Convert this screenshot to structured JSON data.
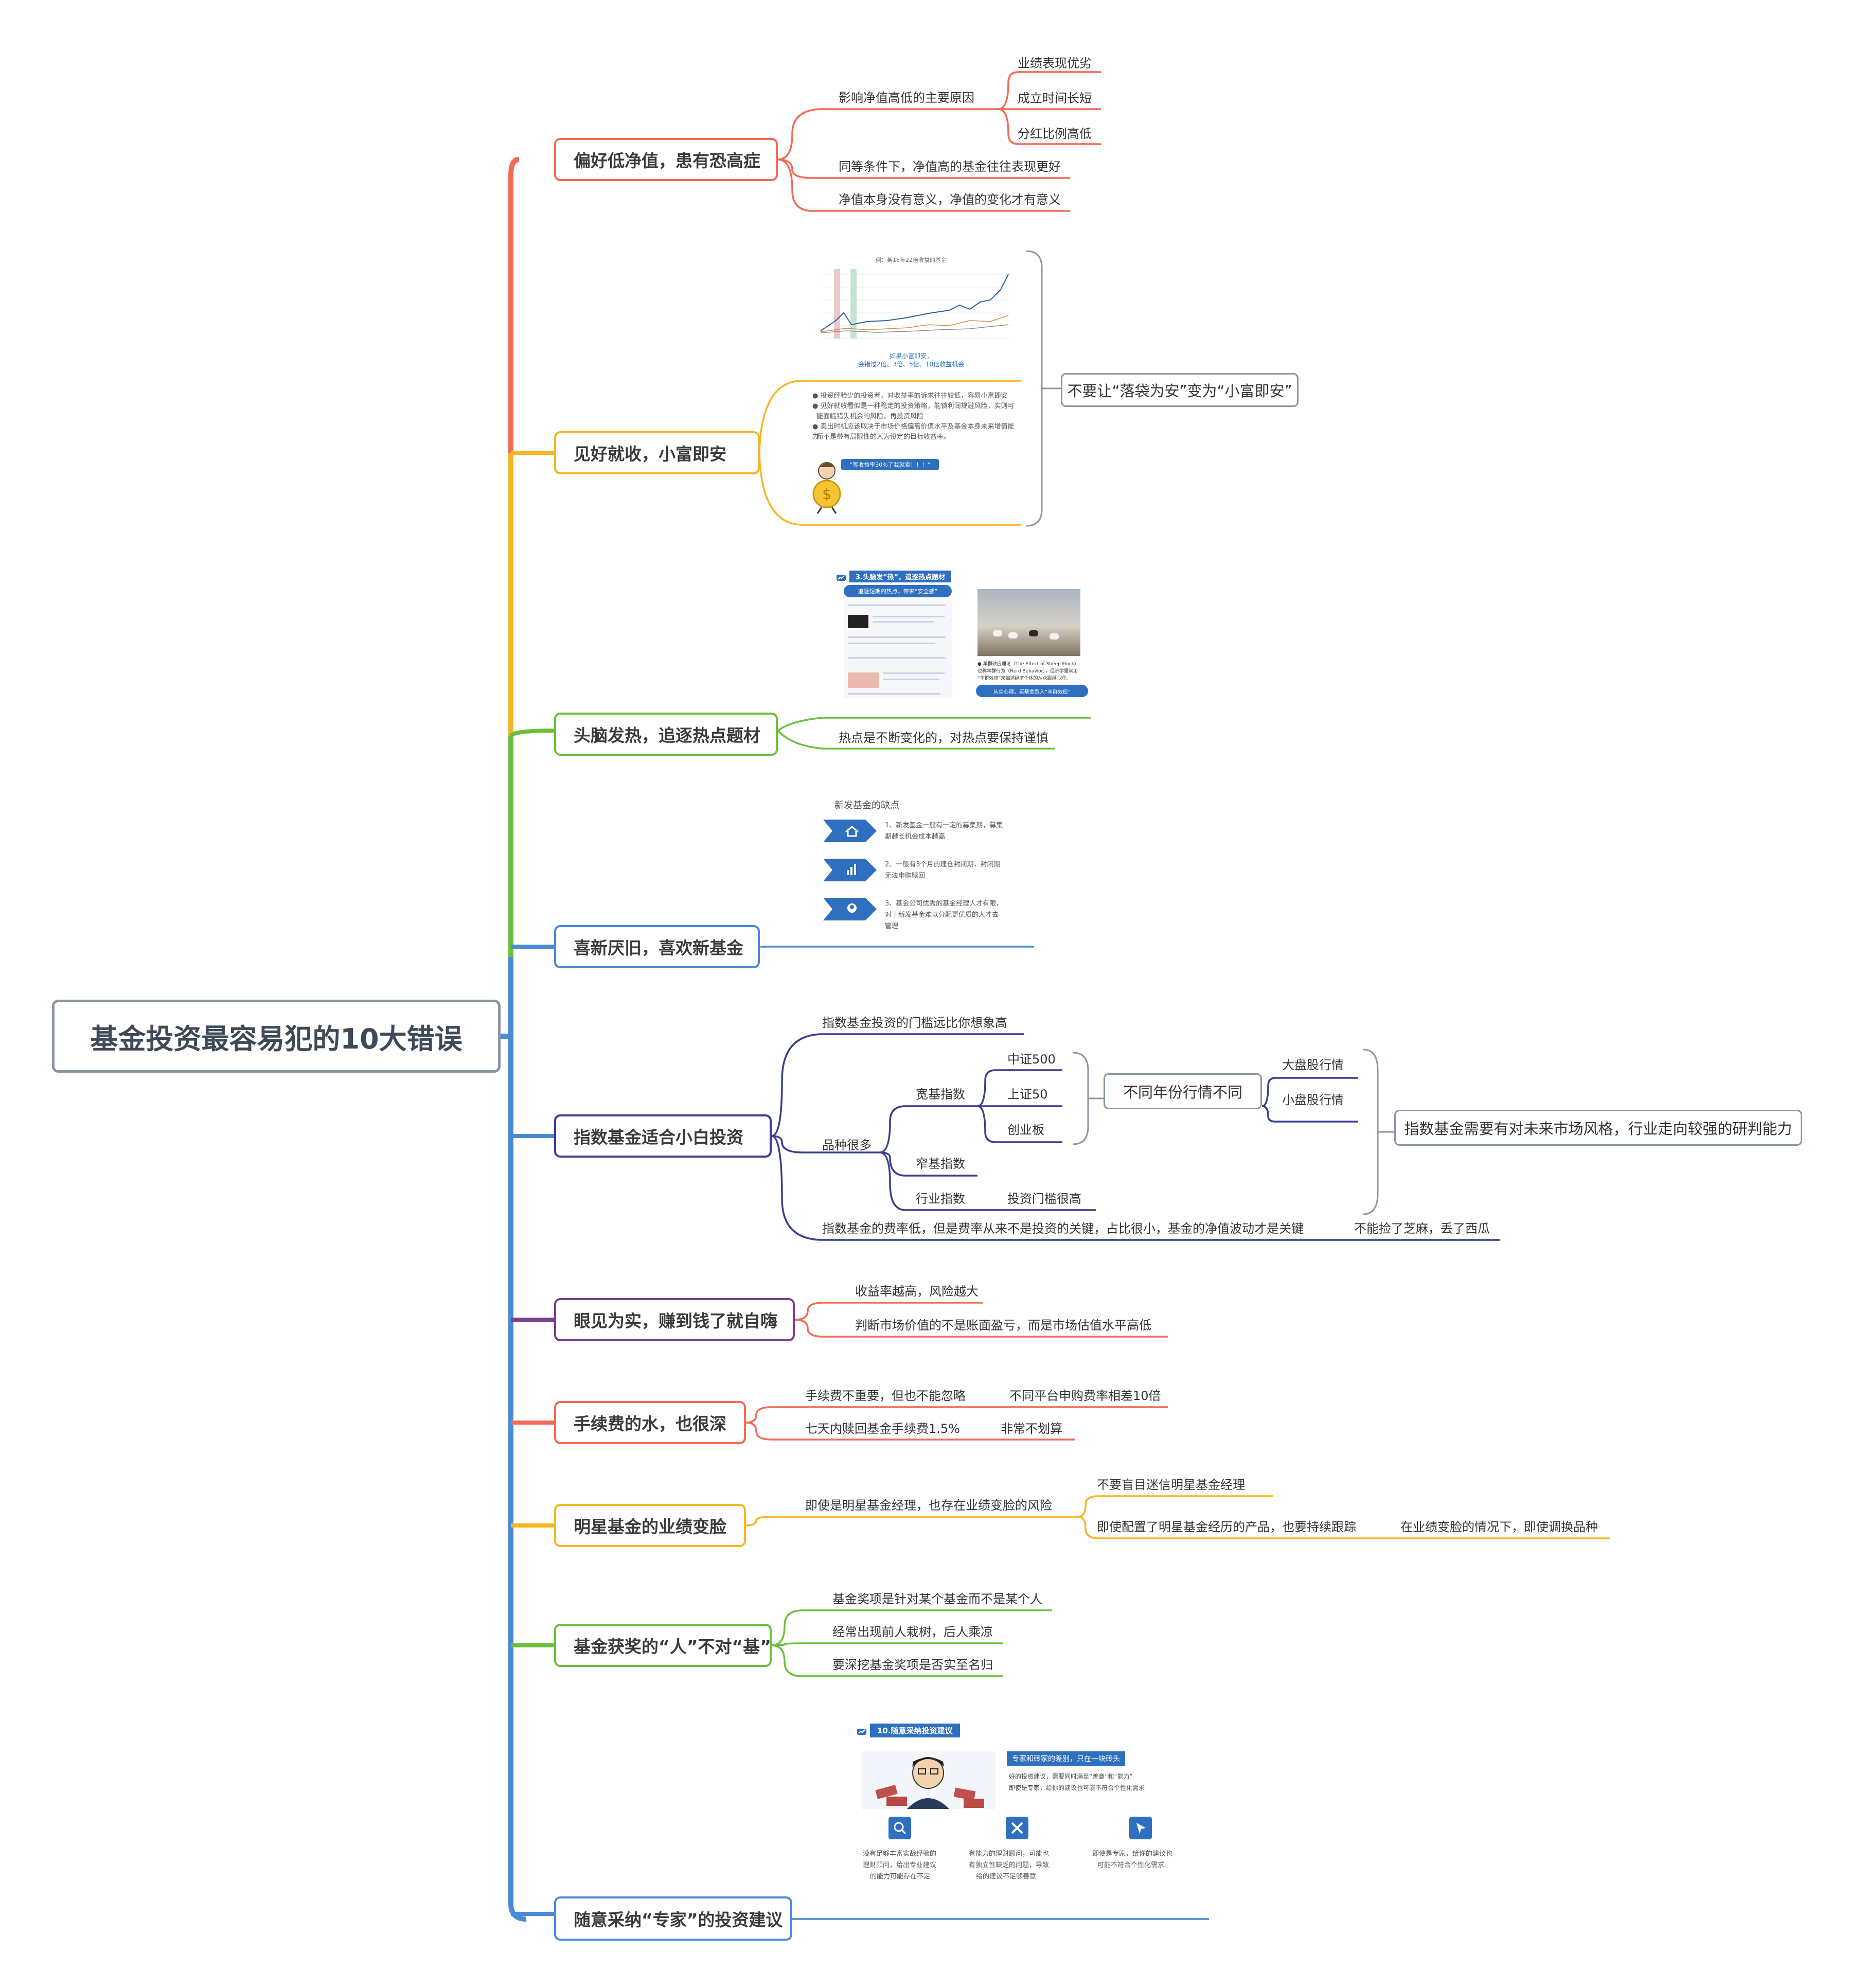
{
  "root": "基金投资最容易犯的10大错误",
  "colors": {
    "red": "#f26b57",
    "yellow": "#f5b626",
    "green": "#6bbf3c",
    "blue": "#4a8ad6",
    "purple": "#7b3f8f",
    "orange": "#f58a2b",
    "gray": "#8a96a3"
  },
  "b1": {
    "title": "偏好低净值，患有恐高症",
    "c1": "影响净值高低的主要原因",
    "c1a": "业绩表现优劣",
    "c1b": "成立时间长短",
    "c1c": "分红比例高低",
    "c2": "同等条件下，净值高的基金往往表现更好",
    "c3": "净值本身没有意义，净值的变化才有意义"
  },
  "b2": {
    "title": "见好就收，小富即安",
    "summary": "不要让“落袋为安”变为“小富即安”",
    "chart_title": "例：某15年22倍收益的基金",
    "chart_caption1": "如果小富即安，",
    "chart_caption2": "会错过2倍、3倍、5倍、10倍收益机会",
    "t1": "● 投资经验少的投资者，对收益率的诉求往往较低，容易小富即安",
    "t2": "● 见好就收看似是一种稳定的投资策略，能锁利润规避风险，实则可",
    "t3": "能面临错失机会的风险，再投资风险",
    "t4": "● 卖出时机应该取决于市场价格偏离价值水平及基金本身未来增值能力，",
    "t5": "而不是带有局限性的人为设定的目标收益率。",
    "bubble": "“等收益率30%了我就卖！！！”"
  },
  "b3": {
    "title": "头脑发热，追逐热点题材",
    "c1": "热点是不断变化的，对热点要保持谨慎",
    "img_title": "3.头脑发“热”，追逐热点题材",
    "img_tag": "追逐短期的热点，带来“安全感”",
    "img_caption1": "● 羊群效应理论（The Effect of Sheep Flock）",
    "img_caption2": "也称羊群行为（Herd Behavior），经济学里常用",
    "img_caption3": "“羊群效应”来描述经济个体的从众跟风心理。",
    "img_tag2": "从众心理，买基金跟入“羊群效应”"
  },
  "b4": {
    "title": "喜新厌旧，喜欢新基金",
    "header": "新发基金的缺点",
    "p1a": "1、新发基金一般有一定的募集期，募集",
    "p1b": "期越长机会成本越高",
    "p2a": "2、一般有3个月的建仓封闭期，封闭期",
    "p2b": "无法申购赎回",
    "p3a": "3、基金公司优秀的基金经理人才有限，",
    "p3b": "对于新发基金难以分配更优质的人才去",
    "p3c": "管理"
  },
  "b5": {
    "title": "指数基金适合小白投资",
    "c1": "指数基金投资的门槛远比你想象高",
    "c2": "品种很多",
    "c2a": "宽基指数",
    "c2a1": "中证500",
    "c2a2": "上证50",
    "c2a3": "创业板",
    "c2b": "窄基指数",
    "c2c": "行业指数",
    "c2c1": "投资门槛很高",
    "mid": "不同年份行情不同",
    "mid1": "大盘股行情",
    "mid2": "小盘股行情",
    "summary": "指数基金需要有对未来市场风格，行业走向较强的研判能力",
    "c3": "指数基金的费率低，但是费率从来不是投资的关键，占比很小，基金的净值波动才是关键",
    "c3a": "不能捡了芝麻，丢了西瓜"
  },
  "b6": {
    "title": "眼见为实，赚到钱了就自嗨",
    "c1": "收益率越高，风险越大",
    "c2": "判断市场价值的不是账面盈亏，而是市场估值水平高低"
  },
  "b7": {
    "title": "手续费的水，也很深",
    "c1": "手续费不重要，但也不能忽略",
    "c1a": "不同平台申购费率相差10倍",
    "c2": "七天内赎回基金手续费1.5%",
    "c2a": "非常不划算"
  },
  "b8": {
    "title": "明星基金的业绩变脸",
    "c1": "即使是明星基金经理，也存在业绩变脸的风险",
    "c1a": "不要盲目迷信明星基金经理",
    "c1b": "即使配置了明星基金经历的产品，也要持续跟踪",
    "c1b1": "在业绩变脸的情况下，即使调换品种"
  },
  "b9": {
    "title": "基金获奖的“人”不对“基”",
    "c1": "基金奖项是针对某个基金而不是某个人",
    "c2": "经常出现前人栽树，后人乘凉",
    "c3": "要深挖基金奖项是否实至名归"
  },
  "b10": {
    "title": "随意采纳“专家”的投资建议",
    "img_title": "10.随意采纳投资建议",
    "img_tag": "专家和砖家的差别，只在一块砖头",
    "img_t1": "好的投资建议，需要同时满足“善意”和“能力”",
    "img_t2": "即使是专家，给你的建议也可能不符合个性化需求",
    "i1a": "没有足够丰富实战经验的",
    "i1b": "理财顾问，给出专业建议",
    "i1c": "的能力可能存在不足",
    "i2a": "有能力的理财顾问，可能也",
    "i2b": "有独立性缺乏的问题，导致",
    "i2c": "给的建议不足够善意",
    "i3a": "即使是专家，给你的建议也",
    "i3b": "可能不符合个性化需求"
  }
}
